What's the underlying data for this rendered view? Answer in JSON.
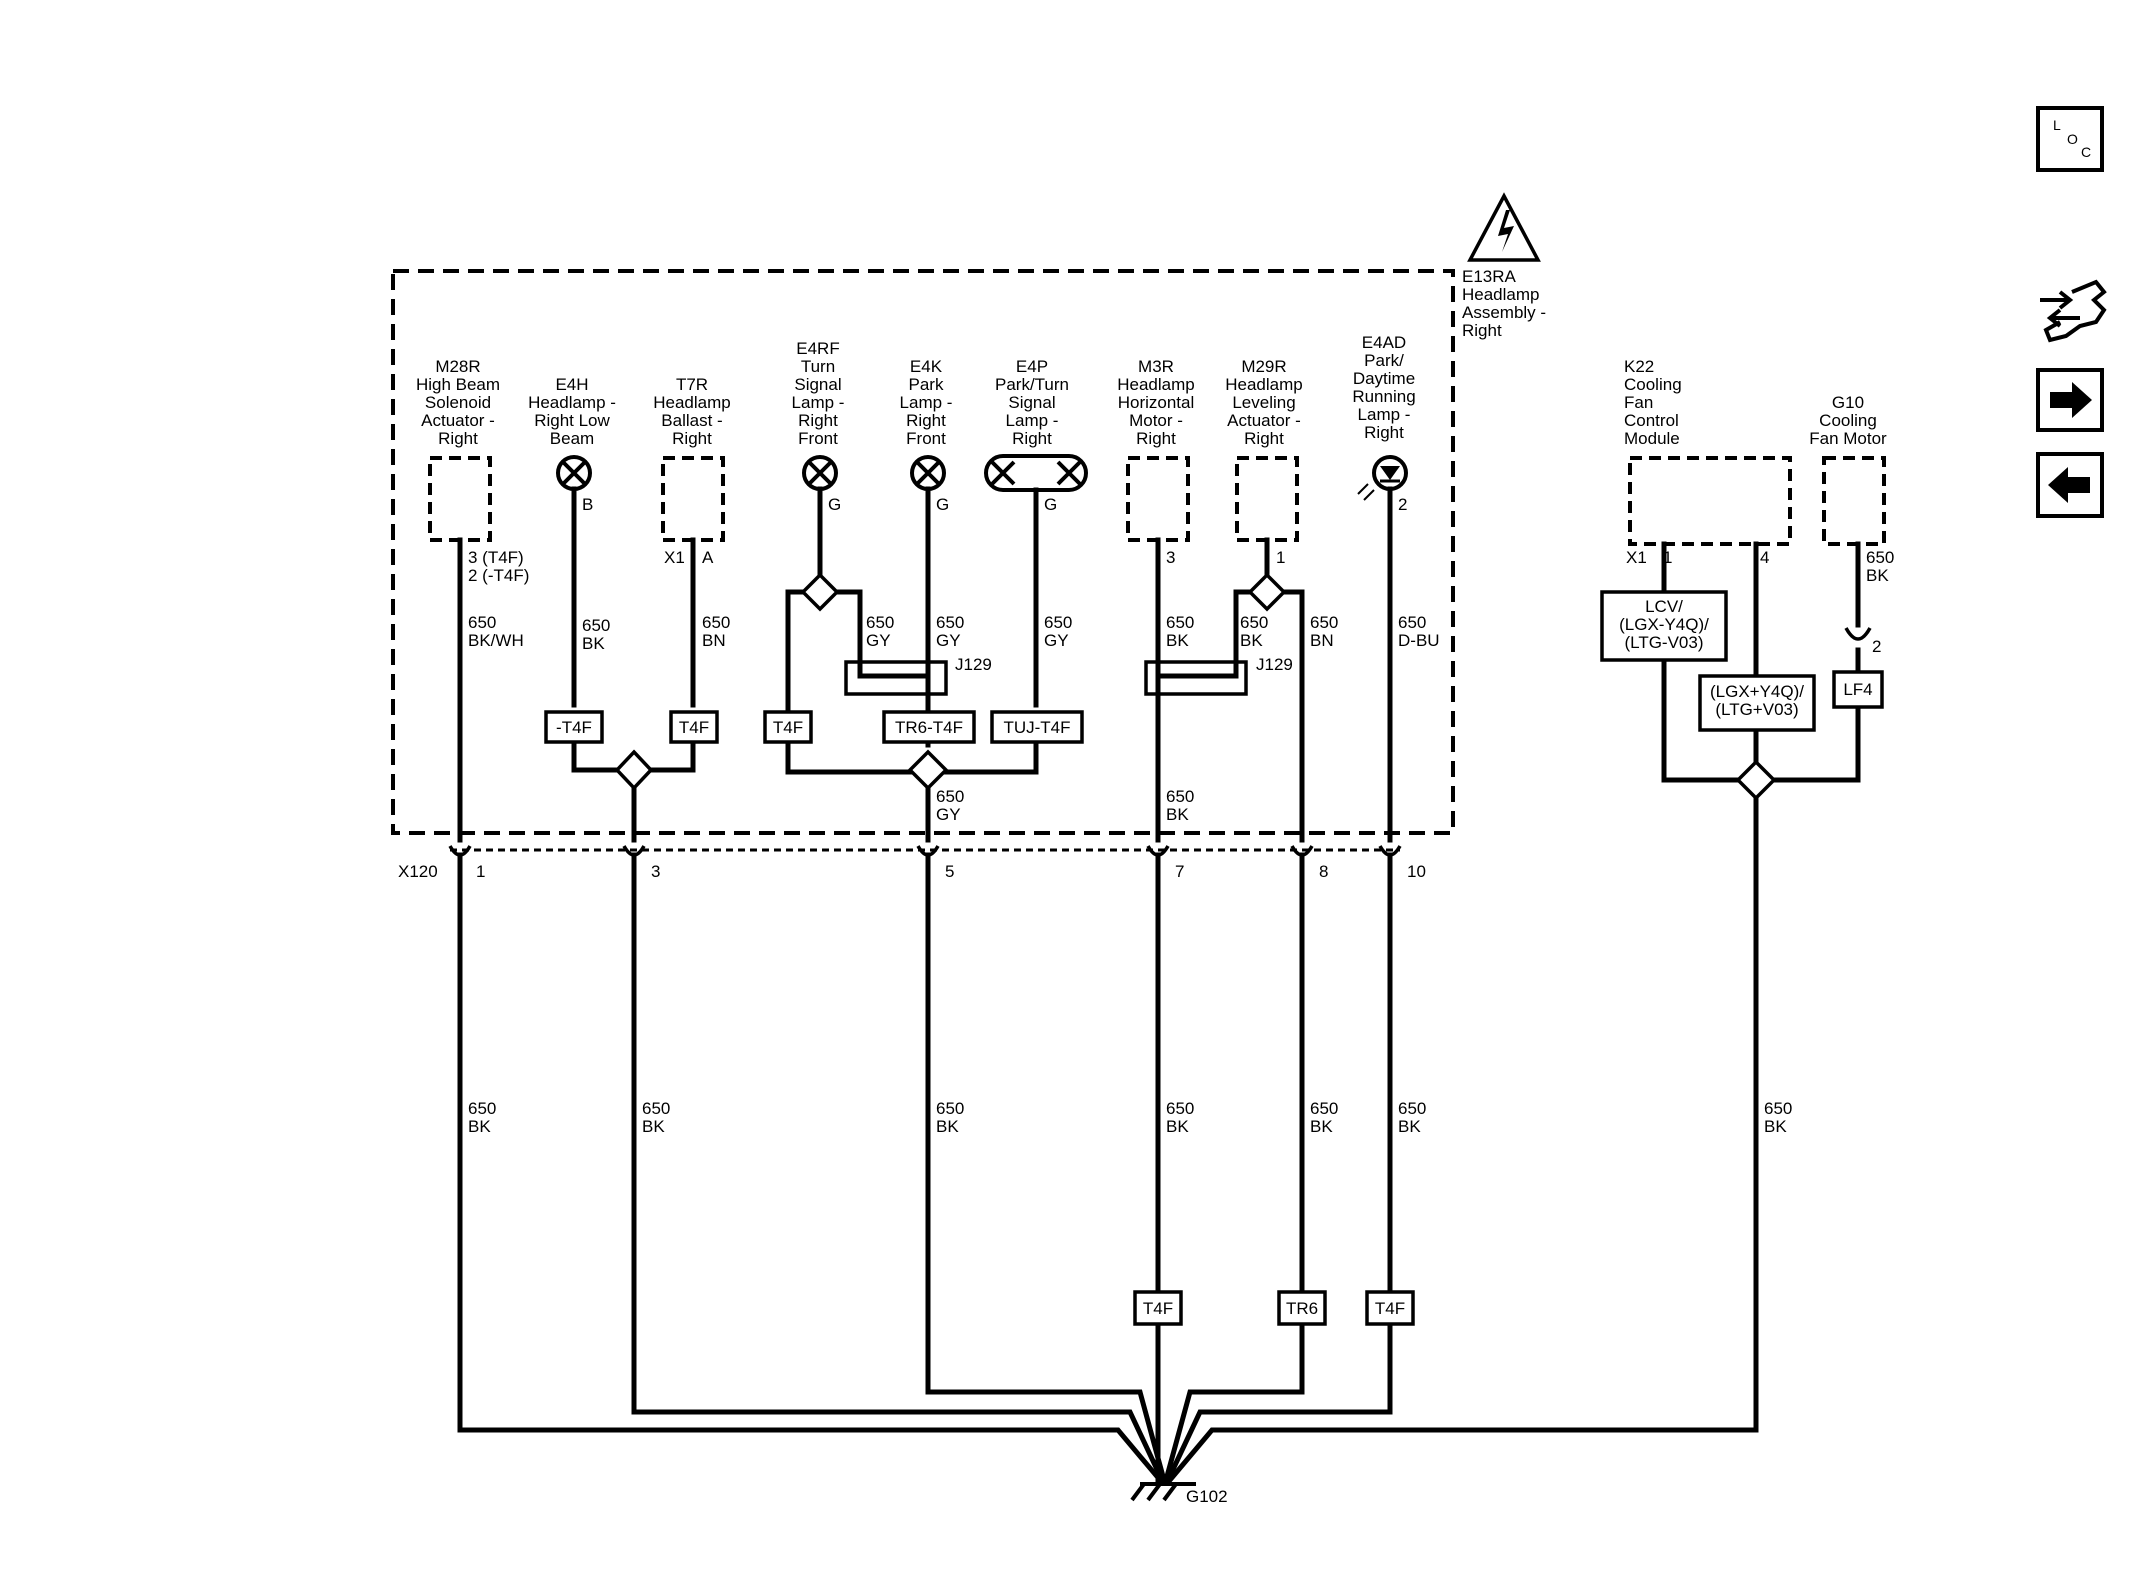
{
  "nav": {
    "loc_letters": [
      "L",
      "O",
      "C"
    ],
    "icons": [
      "loc-icon",
      "connector-end-view-icon",
      "next-page-arrow-icon",
      "previous-page-arrow-icon"
    ]
  },
  "assembly": {
    "id": "E13RA",
    "name_lines": [
      "Headlamp",
      "Assembly -",
      "Right"
    ]
  },
  "components": [
    {
      "id": "M28R",
      "lines": [
        "High Beam",
        "Solenoid",
        "Actuator -",
        "Right"
      ]
    },
    {
      "id": "E4H",
      "lines": [
        "Headlamp -",
        "Right Low",
        "Beam"
      ]
    },
    {
      "id": "T7R",
      "lines": [
        "Headlamp",
        "Ballast -",
        "Right"
      ]
    },
    {
      "id": "E4RF",
      "lines": [
        "Turn",
        "Signal",
        "Lamp -",
        "Right",
        "Front"
      ]
    },
    {
      "id": "E4K",
      "lines": [
        "Park",
        "Lamp -",
        "Right",
        "Front"
      ]
    },
    {
      "id": "E4P",
      "lines": [
        "Park/Turn",
        "Signal",
        "Lamp -",
        "Right"
      ]
    },
    {
      "id": "M3R",
      "lines": [
        "Headlamp",
        "Horizontal",
        "Motor -",
        "Right"
      ]
    },
    {
      "id": "M29R",
      "lines": [
        "Headlamp",
        "Leveling",
        "Actuator -",
        "Right"
      ]
    },
    {
      "id": "E4AD",
      "lines": [
        "Park/",
        "Daytime",
        "Running",
        "Lamp -",
        "Right"
      ]
    },
    {
      "id": "K22",
      "lines": [
        "Cooling",
        "Fan",
        "Control",
        "Module"
      ]
    },
    {
      "id": "G10",
      "lines": [
        "Cooling",
        "Fan Motor"
      ]
    }
  ],
  "pins": {
    "m28r": [
      "3 (T4F)",
      "2 (-T4F)"
    ],
    "e4h": "B",
    "t7r_conn": "X1",
    "t7r": "A",
    "e4rf": "G",
    "e4k": "G",
    "e4p": "G",
    "m3r": "3",
    "m29r": "1",
    "e4ad": "2",
    "k22_conn": "X1",
    "k22_a": "1",
    "k22_b": "4",
    "g10": "2"
  },
  "wires": {
    "m28r": [
      "650",
      "BK/WH"
    ],
    "e4h": [
      "650",
      "BK"
    ],
    "t7r": [
      "650",
      "BN"
    ],
    "e4rf": [
      "650",
      "GY"
    ],
    "e4k": [
      "650",
      "GY"
    ],
    "e4p": [
      "650",
      "GY"
    ],
    "splice_gy": [
      "650",
      "GY"
    ],
    "m3r": [
      "650",
      "BK"
    ],
    "m29r": [
      "650",
      "BK"
    ],
    "m29r_out": [
      "650",
      "BN"
    ],
    "e4ad": [
      "650",
      "D-BU"
    ],
    "g10": [
      "650",
      "BK"
    ],
    "m3r_low": [
      "650",
      "BK"
    ],
    "ground_1": [
      "650",
      "BK"
    ],
    "ground_3": [
      "650",
      "BK"
    ],
    "ground_5": [
      "650",
      "BK"
    ],
    "ground_7": [
      "650",
      "BK"
    ],
    "ground_8": [
      "650",
      "BK"
    ],
    "ground_10": [
      "650",
      "BK"
    ],
    "ground_k22": [
      "650",
      "BK"
    ]
  },
  "options": {
    "neg_t4f": "-T4F",
    "t4f_a": "T4F",
    "t4f_b": "T4F",
    "tr6_t4f": "TR6-T4F",
    "tuj_t4f": "TUJ-T4F",
    "t4f_m3r": "T4F",
    "tr6": "TR6",
    "t4f_e4ad": "T4F",
    "lcv_lines": [
      "LCV/",
      "(LGX-Y4Q)/",
      "(LTG-V03)"
    ],
    "lgx_lines": [
      "(LGX+Y4Q)/",
      "(LTG+V03)"
    ],
    "lf4": "LF4"
  },
  "splices": {
    "j129_a": "J129",
    "j129_b": "J129"
  },
  "connector": {
    "id": "X120",
    "pins": [
      "1",
      "3",
      "5",
      "7",
      "8",
      "10"
    ]
  },
  "ground": {
    "id": "G102"
  }
}
